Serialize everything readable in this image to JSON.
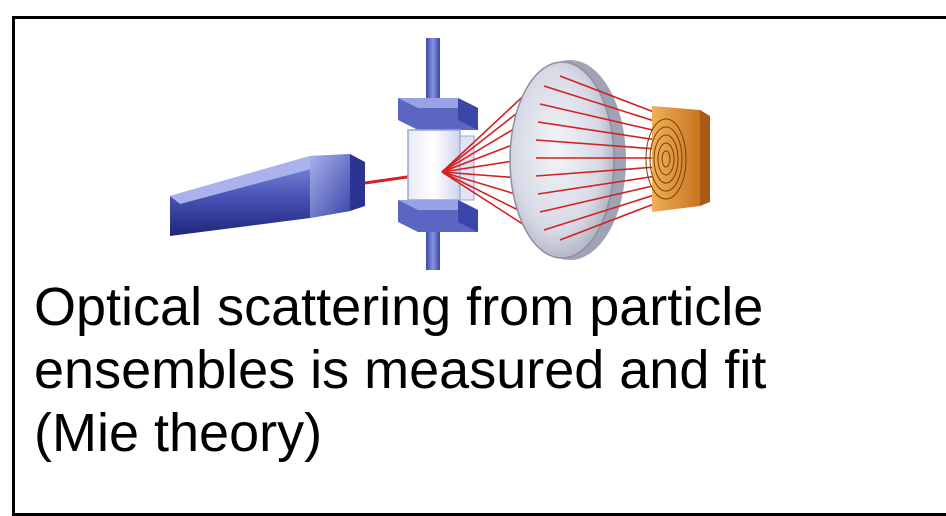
{
  "caption": {
    "line1": "Optical scattering from particle",
    "line2": "ensembles is measured and fit",
    "line3": "(Mie theory)"
  },
  "colors": {
    "frame": "#000000",
    "laser_body": "#4a56b8",
    "laser_dark": "#1e2678",
    "cell_holder": "#5a66c2",
    "beam": "#d42020",
    "lens": "#c9ccd8",
    "detector": "#e89a3a",
    "text": "#000000"
  },
  "icons": {
    "laser": "laser-source-icon",
    "cell": "sample-cell-icon",
    "lens": "fourier-lens-icon",
    "detector": "ring-detector-icon"
  }
}
